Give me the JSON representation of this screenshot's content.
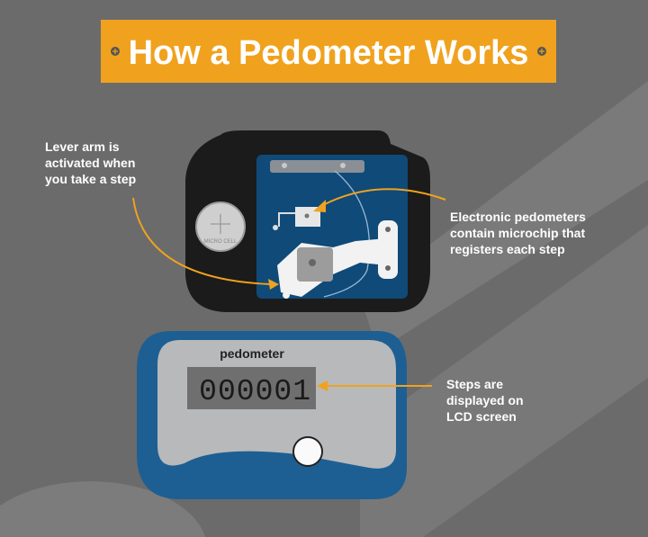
{
  "title": "How a Pedometer Works",
  "device_label": "pedometer",
  "lcd_value": "000001",
  "battery_label": "MICRO CELL",
  "callouts": {
    "lever": [
      "Lever arm is",
      "activated when",
      "you take a step"
    ],
    "microchip": [
      "Electronic pedometers",
      "contain microchip that",
      "registers each step"
    ],
    "lcd": [
      "Steps are",
      "displayed on",
      "LCD screen"
    ]
  },
  "colors": {
    "accent": "#f0a21e",
    "background": "#6b6b6b",
    "case_blue": "#1d5f92",
    "board_blue": "#0f4a78"
  }
}
